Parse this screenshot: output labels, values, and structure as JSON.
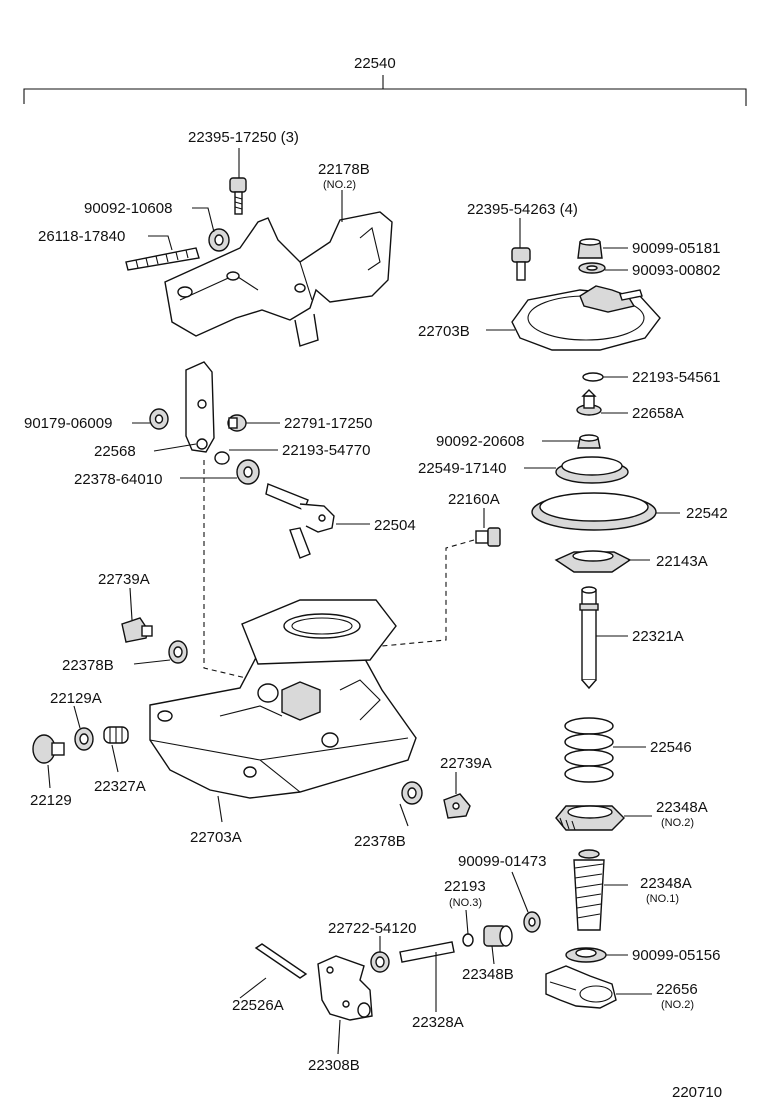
{
  "assembly": {
    "number": "22540"
  },
  "diagram_id": "220710",
  "parts": {
    "p22395_17250": "22395-17250 (3)",
    "p22178B": "22178B",
    "p22178B_sub": "(NO.2)",
    "p90092_10608": "90092-10608",
    "p26118_17840": "26118-17840",
    "p22395_54263": "22395-54263 (4)",
    "p90099_05181": "90099-05181",
    "p90093_00802": "90093-00802",
    "p22703B": "22703B",
    "p22193_54561": "22193-54561",
    "p22658A": "22658A",
    "p90092_20608": "90092-20608",
    "p22549_17140": "22549-17140",
    "p22542": "22542",
    "p22143A": "22143A",
    "p22321A": "22321A",
    "p22546": "22546",
    "p22348A_2": "22348A",
    "p22348A_2_sub": "(NO.2)",
    "p22348A_1": "22348A",
    "p22348A_1_sub": "(NO.1)",
    "p90099_01473": "90099-01473",
    "p90099_05156": "90099-05156",
    "p22656": "22656",
    "p22656_sub": "(NO.2)",
    "p90179_06009": "90179-06009",
    "p22791_17250": "22791-17250",
    "p22568": "22568",
    "p22193_54770": "22193-54770",
    "p22378_64010": "22378-64010",
    "p22504": "22504",
    "p22160A": "22160A",
    "p22739A_top": "22739A",
    "p22378B_top": "22378B",
    "p22129A": "22129A",
    "p22129": "22129",
    "p22327A": "22327A",
    "p22703A": "22703A",
    "p22739A_bot": "22739A",
    "p22378B_bot": "22378B",
    "p22193": "22193",
    "p22193_sub": "(NO.3)",
    "p22722_54120": "22722-54120",
    "p22526A": "22526A",
    "p22328A": "22328A",
    "p22348B": "22348B",
    "p22308B": "22308B"
  }
}
